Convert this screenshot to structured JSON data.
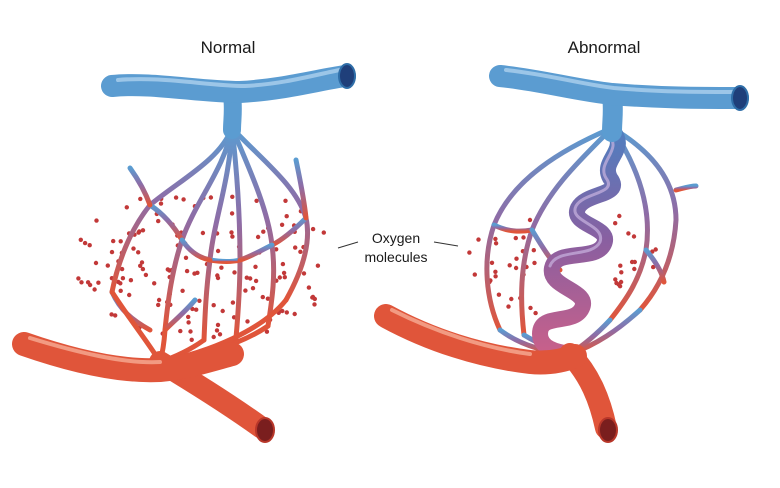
{
  "panels": {
    "normal": {
      "title": "Normal"
    },
    "abnormal": {
      "title": "Abnormal"
    }
  },
  "callout": {
    "line1": "Oxygen",
    "line2": "molecules"
  },
  "colors": {
    "vein": "#5b9cd1",
    "vein_dark": "#2f6ea8",
    "vein_lumen": "#1f3f7a",
    "artery": "#e0553a",
    "artery_dark": "#b8372a",
    "artery_lumen": "#7a1e1e",
    "mixed": "#8e6ca6",
    "oxygen_dot": "#c23838"
  },
  "icons": {
    "oxygen_molecule": "oxygen-molecule-dot"
  }
}
